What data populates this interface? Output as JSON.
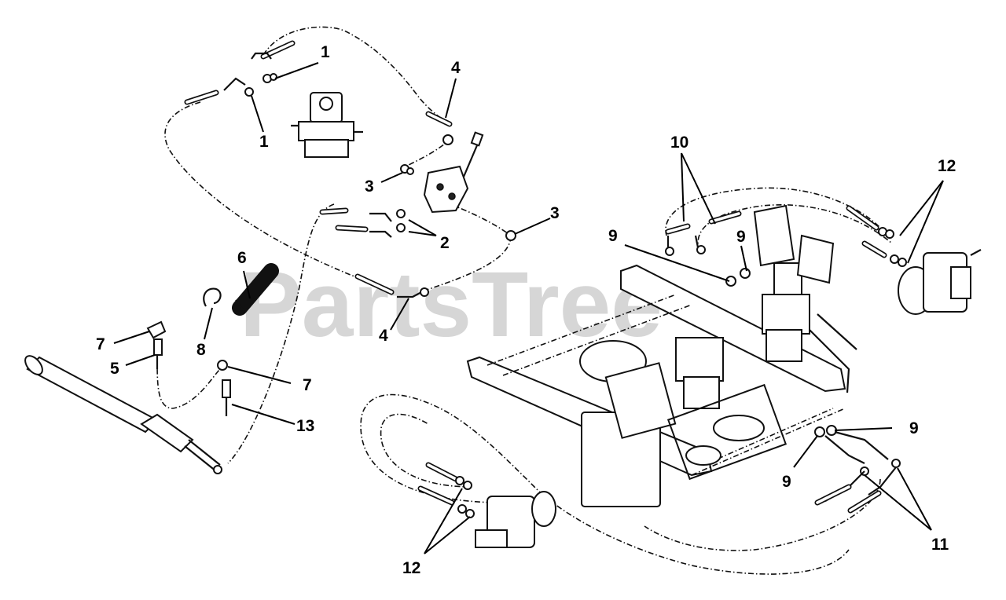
{
  "watermark": "PartsTree",
  "callouts": [
    {
      "id": "c1a",
      "label": "1"
    },
    {
      "id": "c1b",
      "label": "1"
    },
    {
      "id": "c4a",
      "label": "4"
    },
    {
      "id": "c3a",
      "label": "3"
    },
    {
      "id": "c3b",
      "label": "3"
    },
    {
      "id": "c2",
      "label": "2"
    },
    {
      "id": "c6",
      "label": "6"
    },
    {
      "id": "c4b",
      "label": "4"
    },
    {
      "id": "c7a",
      "label": "7"
    },
    {
      "id": "c8",
      "label": "8"
    },
    {
      "id": "c5",
      "label": "5"
    },
    {
      "id": "c7b",
      "label": "7"
    },
    {
      "id": "c13",
      "label": "13"
    },
    {
      "id": "c10",
      "label": "10"
    },
    {
      "id": "c12a",
      "label": "12"
    },
    {
      "id": "c9a",
      "label": "9"
    },
    {
      "id": "c9b",
      "label": "9"
    },
    {
      "id": "c9c",
      "label": "9"
    },
    {
      "id": "c9d",
      "label": "9"
    },
    {
      "id": "c11",
      "label": "11"
    },
    {
      "id": "c12b",
      "label": "12"
    }
  ]
}
